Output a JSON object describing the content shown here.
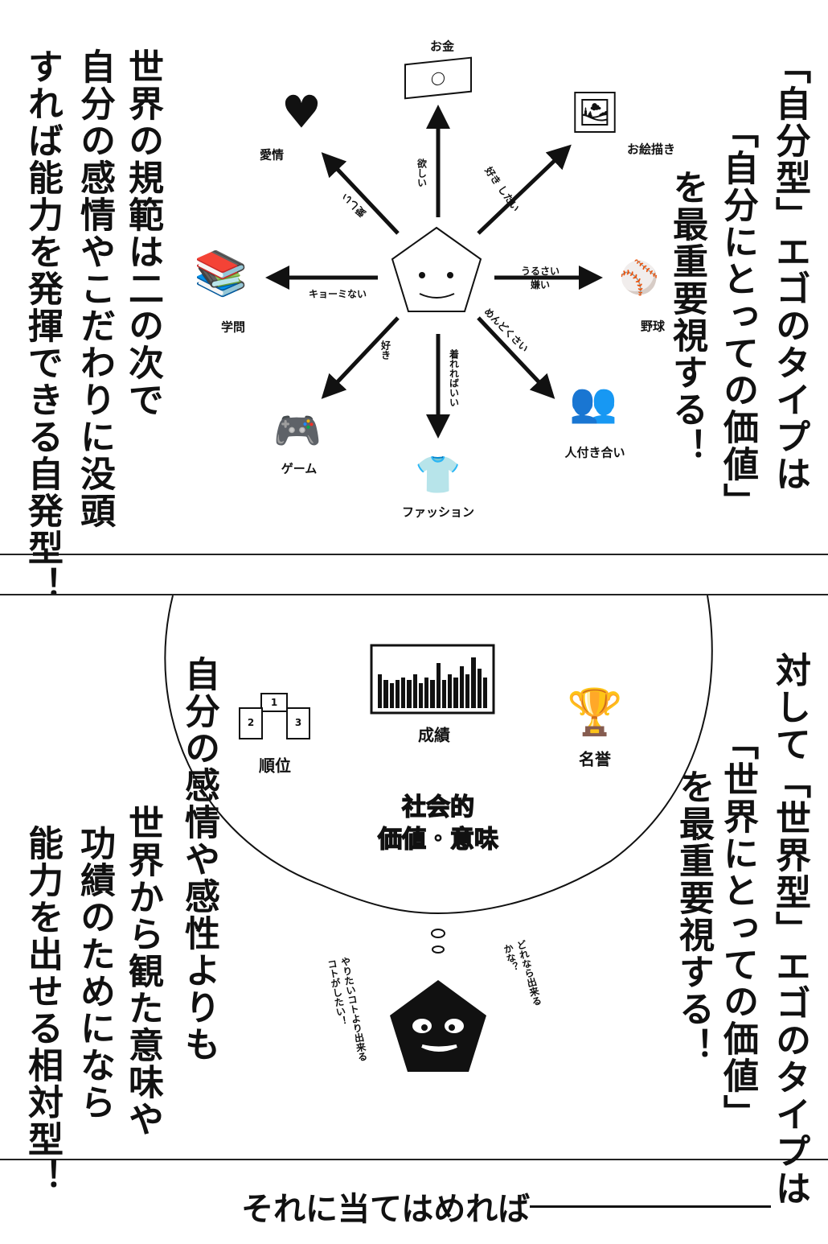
{
  "panel1": {
    "right_text": [
      "「自分型」エゴのタイプは",
      "「自分にとっての価値」",
      "を最重要視する！"
    ],
    "left_text": [
      "世界の規範は二の次で",
      "自分の感情やこだわりに没頭",
      "すれば能力を発揮できる自発型！"
    ],
    "items": [
      {
        "label": "お金",
        "arrow": "欲しい",
        "icon": "money-icon"
      },
      {
        "label": "お絵描き",
        "arrow": "好き したい",
        "icon": "easel-icon"
      },
      {
        "label": "野球",
        "arrow": "うるさい 嫌い",
        "icon": "baseball-icon"
      },
      {
        "label": "人付き合い",
        "arrow": "めんどくさい",
        "icon": "people-icon"
      },
      {
        "label": "ファッション",
        "arrow": "着れればいい",
        "icon": "shirt-icon"
      },
      {
        "label": "ゲーム",
        "arrow": "好き",
        "icon": "gamepad-icon"
      },
      {
        "label": "学問",
        "arrow": "キョーミない",
        "icon": "books-icon"
      },
      {
        "label": "愛情",
        "arrow": "愛しい",
        "icon": "heart-icon"
      }
    ]
  },
  "panel2": {
    "right_text": [
      "対して「世界型」エゴのタイプは",
      "「世界にとっての価値」",
      "を最重要視する！"
    ],
    "left_text": [
      "自分の感情や感性よりも",
      "世界から観た意味や",
      "功績のためになら",
      "能力を出せる相対型！"
    ],
    "items": [
      {
        "label": "順位",
        "icon": "podium-icon",
        "ranks": [
          "1",
          "2",
          "3"
        ]
      },
      {
        "label": "成績",
        "icon": "bar-chart-icon"
      },
      {
        "label": "名誉",
        "icon": "trophy-icon"
      }
    ],
    "center_text": [
      "社会的",
      "価値・意味"
    ],
    "speech_left": "やりたいコトより出来るコトがしたい！",
    "speech_right": "どれなら出来るかな？"
  },
  "caption": "それに当てはめれば"
}
